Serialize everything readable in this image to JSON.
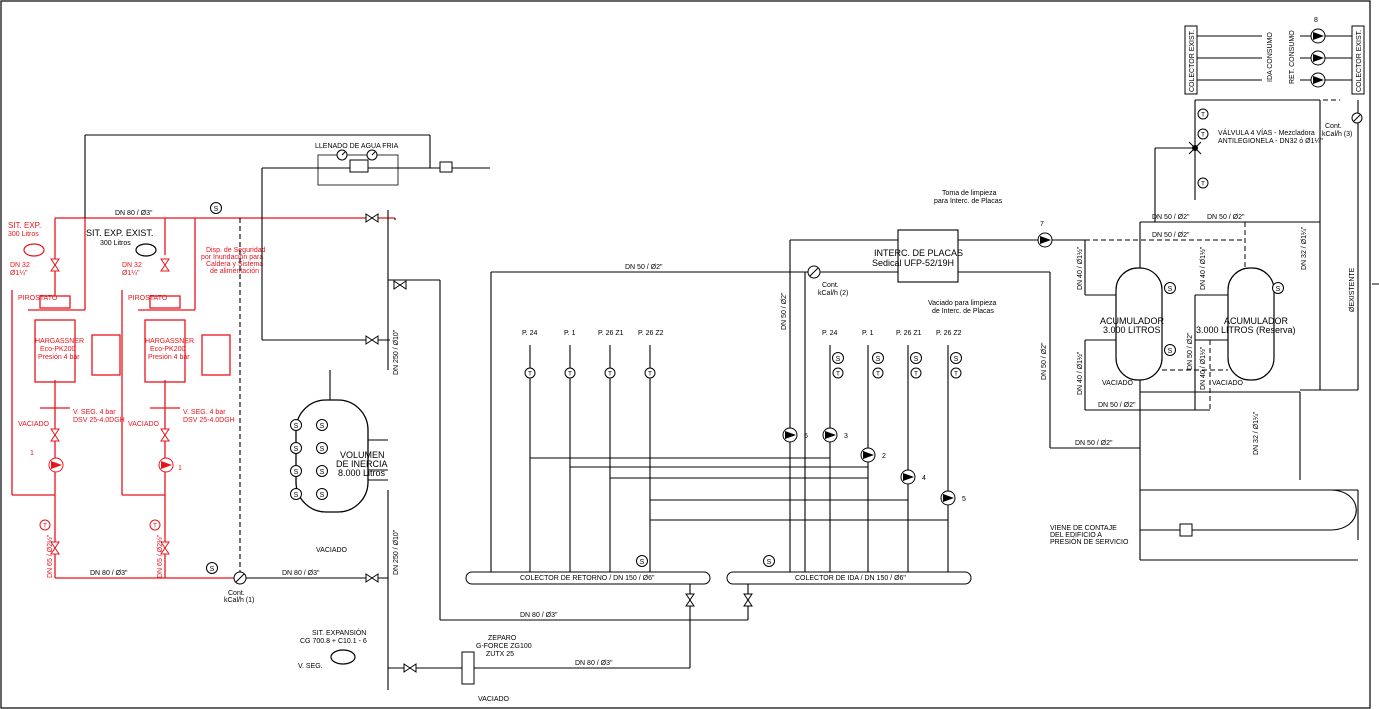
{
  "colors": {
    "line": "#000000",
    "red": "#e8141c",
    "background": "#ffffff"
  },
  "icons": [
    "sensor-s-icon",
    "thermometer-t-icon",
    "pump-icon",
    "valve-icon",
    "check-valve-icon",
    "filter-icon",
    "meter-icon",
    "manometer-icon"
  ],
  "labels": {
    "sit_exp": "SIT. EXP.",
    "sit_exp_300": "300 Litros",
    "sit_exp_exist": "SIT. EXP. EXIST.",
    "sit_exp_exist_300": "300 Litros",
    "dn32_left": "DN 32",
    "dn32_left_b": "Ø1¼\"",
    "dn32_mid": "DN 32",
    "dn32_mid_b": "Ø1¼\"",
    "disp_seg_1": "Disp. de Seguridad",
    "disp_seg_2": "por Inundación para",
    "disp_seg_3": "Caldera y Sistema",
    "disp_seg_4": "de alimentación",
    "pirostato_1": "PIROSTATO",
    "pirostato_2": "PIROSTATO",
    "boiler1_name": "HARGASSNER",
    "boiler1_model": "Eco-PK200",
    "boiler1_press": "Presión 4 bar",
    "boiler2_name": "HARGASSNER",
    "boiler2_model": "Eco-PK200",
    "boiler2_press": "Presión 4 bar",
    "vseg1_a": "V. SEG. 4 bar",
    "vseg1_b": "DSV 25-4.0DGH",
    "vseg2_a": "V. SEG. 4 bar",
    "vseg2_b": "DSV 25-4.0DGH",
    "vaciado_1": "VACIADO",
    "vaciado_2": "VACIADO",
    "dn65_1": "DN 65 / Ø2½\"",
    "dn65_2": "DN 65 / Ø2½\"",
    "dn80_top": "DN 80 / Ø3\"",
    "dn80_bottom": "DN 80 / Ø3\"",
    "dn80_bottom2": "DN 80 / Ø3\"",
    "dn80_colector": "DN 80 / Ø3\"",
    "dn80_zeparo": "DN 80 / Ø3\"",
    "cont_kcal_1_a": "Cont.",
    "cont_kcal_1_b": "kCal/h (1)",
    "llenado": "LLENADO DE AGUA FRIA",
    "dn250_top": "DN 250 / Ø10\"",
    "dn250_bottom": "DN 250 / Ø10\"",
    "volumen_1": "VOLUMEN",
    "volumen_2": "DE INERCIA",
    "volumen_3": "8.000 Litros",
    "vaciado_inercia": "VACIADO",
    "sit_expansion": "SIT. EXPANSIÓN",
    "sit_expansion_model": "CG 700.8 + C10.1 - 6",
    "v_seg": "V. SEG.",
    "zeparo_1": "ZEPARO",
    "zeparo_2": "G-FORCE ZG100",
    "zeparo_3": "ZUTX 25",
    "vaciado_zeparo": "VACIADO",
    "colector_retorno": "COLECTOR DE RETORNO / DN 150 / Ø6\"",
    "colector_ida": "COLECTOR DE IDA / DN 150 / Ø6\"",
    "dn50_top": "DN 50 / Ø2\"",
    "dn50_vert": "DN 50 / Ø2\"",
    "cont_kcal_2_a": "Cont.",
    "cont_kcal_2_b": "kCal/h (2)",
    "ret_p24": "P. 24",
    "ret_p1": "P. 1",
    "ret_p26z1": "P. 26 Z1",
    "ret_p26z2": "P. 26 Z2",
    "ida_p24": "P. 24",
    "ida_p1": "P. 1",
    "ida_p26z1": "P. 26 Z1",
    "ida_p26z2": "P. 26 Z2",
    "toma_1": "Toma de limpieza",
    "toma_2": "para Interc. de Placas",
    "interc_1": "INTERC. DE PLACAS",
    "interc_2": "Sedical UFP-52/19H",
    "vaciado_placas_1": "Vaciado para limpieza",
    "vaciado_placas_2": "de Interc. de Placas",
    "dn50_right_v": "DN 50 / Ø2\"",
    "dn40_1": "DN 40 / Ø1½\"",
    "dn40_2": "DN 40 / Ø1½\"",
    "dn40_3": "DN 40 / Ø1½\"",
    "dn40_4": "DN 40 / Ø1½\"",
    "dn50_acc_top": "DN 50 / Ø2\"",
    "dn50_acc_top2": "DN 50 / Ø2\"",
    "dn50_acc_top3": "DN 50 / Ø2\"",
    "dn50_acc_bot": "DN 50 / Ø2\"",
    "dn50_acc_bot2": "DN 50 / Ø2\"",
    "dn50_acc_mid": "DN 50 / Ø2\"",
    "acum1_1": "ACUMULADOR",
    "acum1_2": "3.000 LITROS",
    "acum2_1": "ACUMULADOR",
    "acum2_2": "3.000 LITROS (Reserva)",
    "vaciado_acc1": "VACIADO",
    "vaciado_acc2": "VACIADO",
    "dn32_vert1": "DN 32 / Ø1¼\"",
    "dn32_vert2": "DN 32 / Ø1¼\"",
    "existente": "ØEXISTENTE",
    "valvula_1": "VÁLVULA 4 VÍAS - Mezcladora",
    "valvula_2": "ANTILEGIONELA - DN32 ó Ø1¼\"",
    "cont_kcal_3_a": "Cont.",
    "cont_kcal_3_b": "kCal/h (3)",
    "colector_exist_1": "COLECTOR EXIST.",
    "colector_exist_2": "COLECTOR EXIST.",
    "ida_consumo": "IDA CONSUMO",
    "ret_consumo": "RET. CONSUMO",
    "viene_1": "VIENE DE CONTAJE",
    "viene_2": "DEL EDIFICIO A",
    "viene_3": "PRESIÓN DE SERVICIO",
    "pump_1": "1",
    "pump_1b": "1",
    "pump_2": "2",
    "pump_3": "3",
    "pump_4": "4",
    "pump_5": "5",
    "pump_6": "6",
    "pump_7": "7",
    "pump_8": "8"
  }
}
